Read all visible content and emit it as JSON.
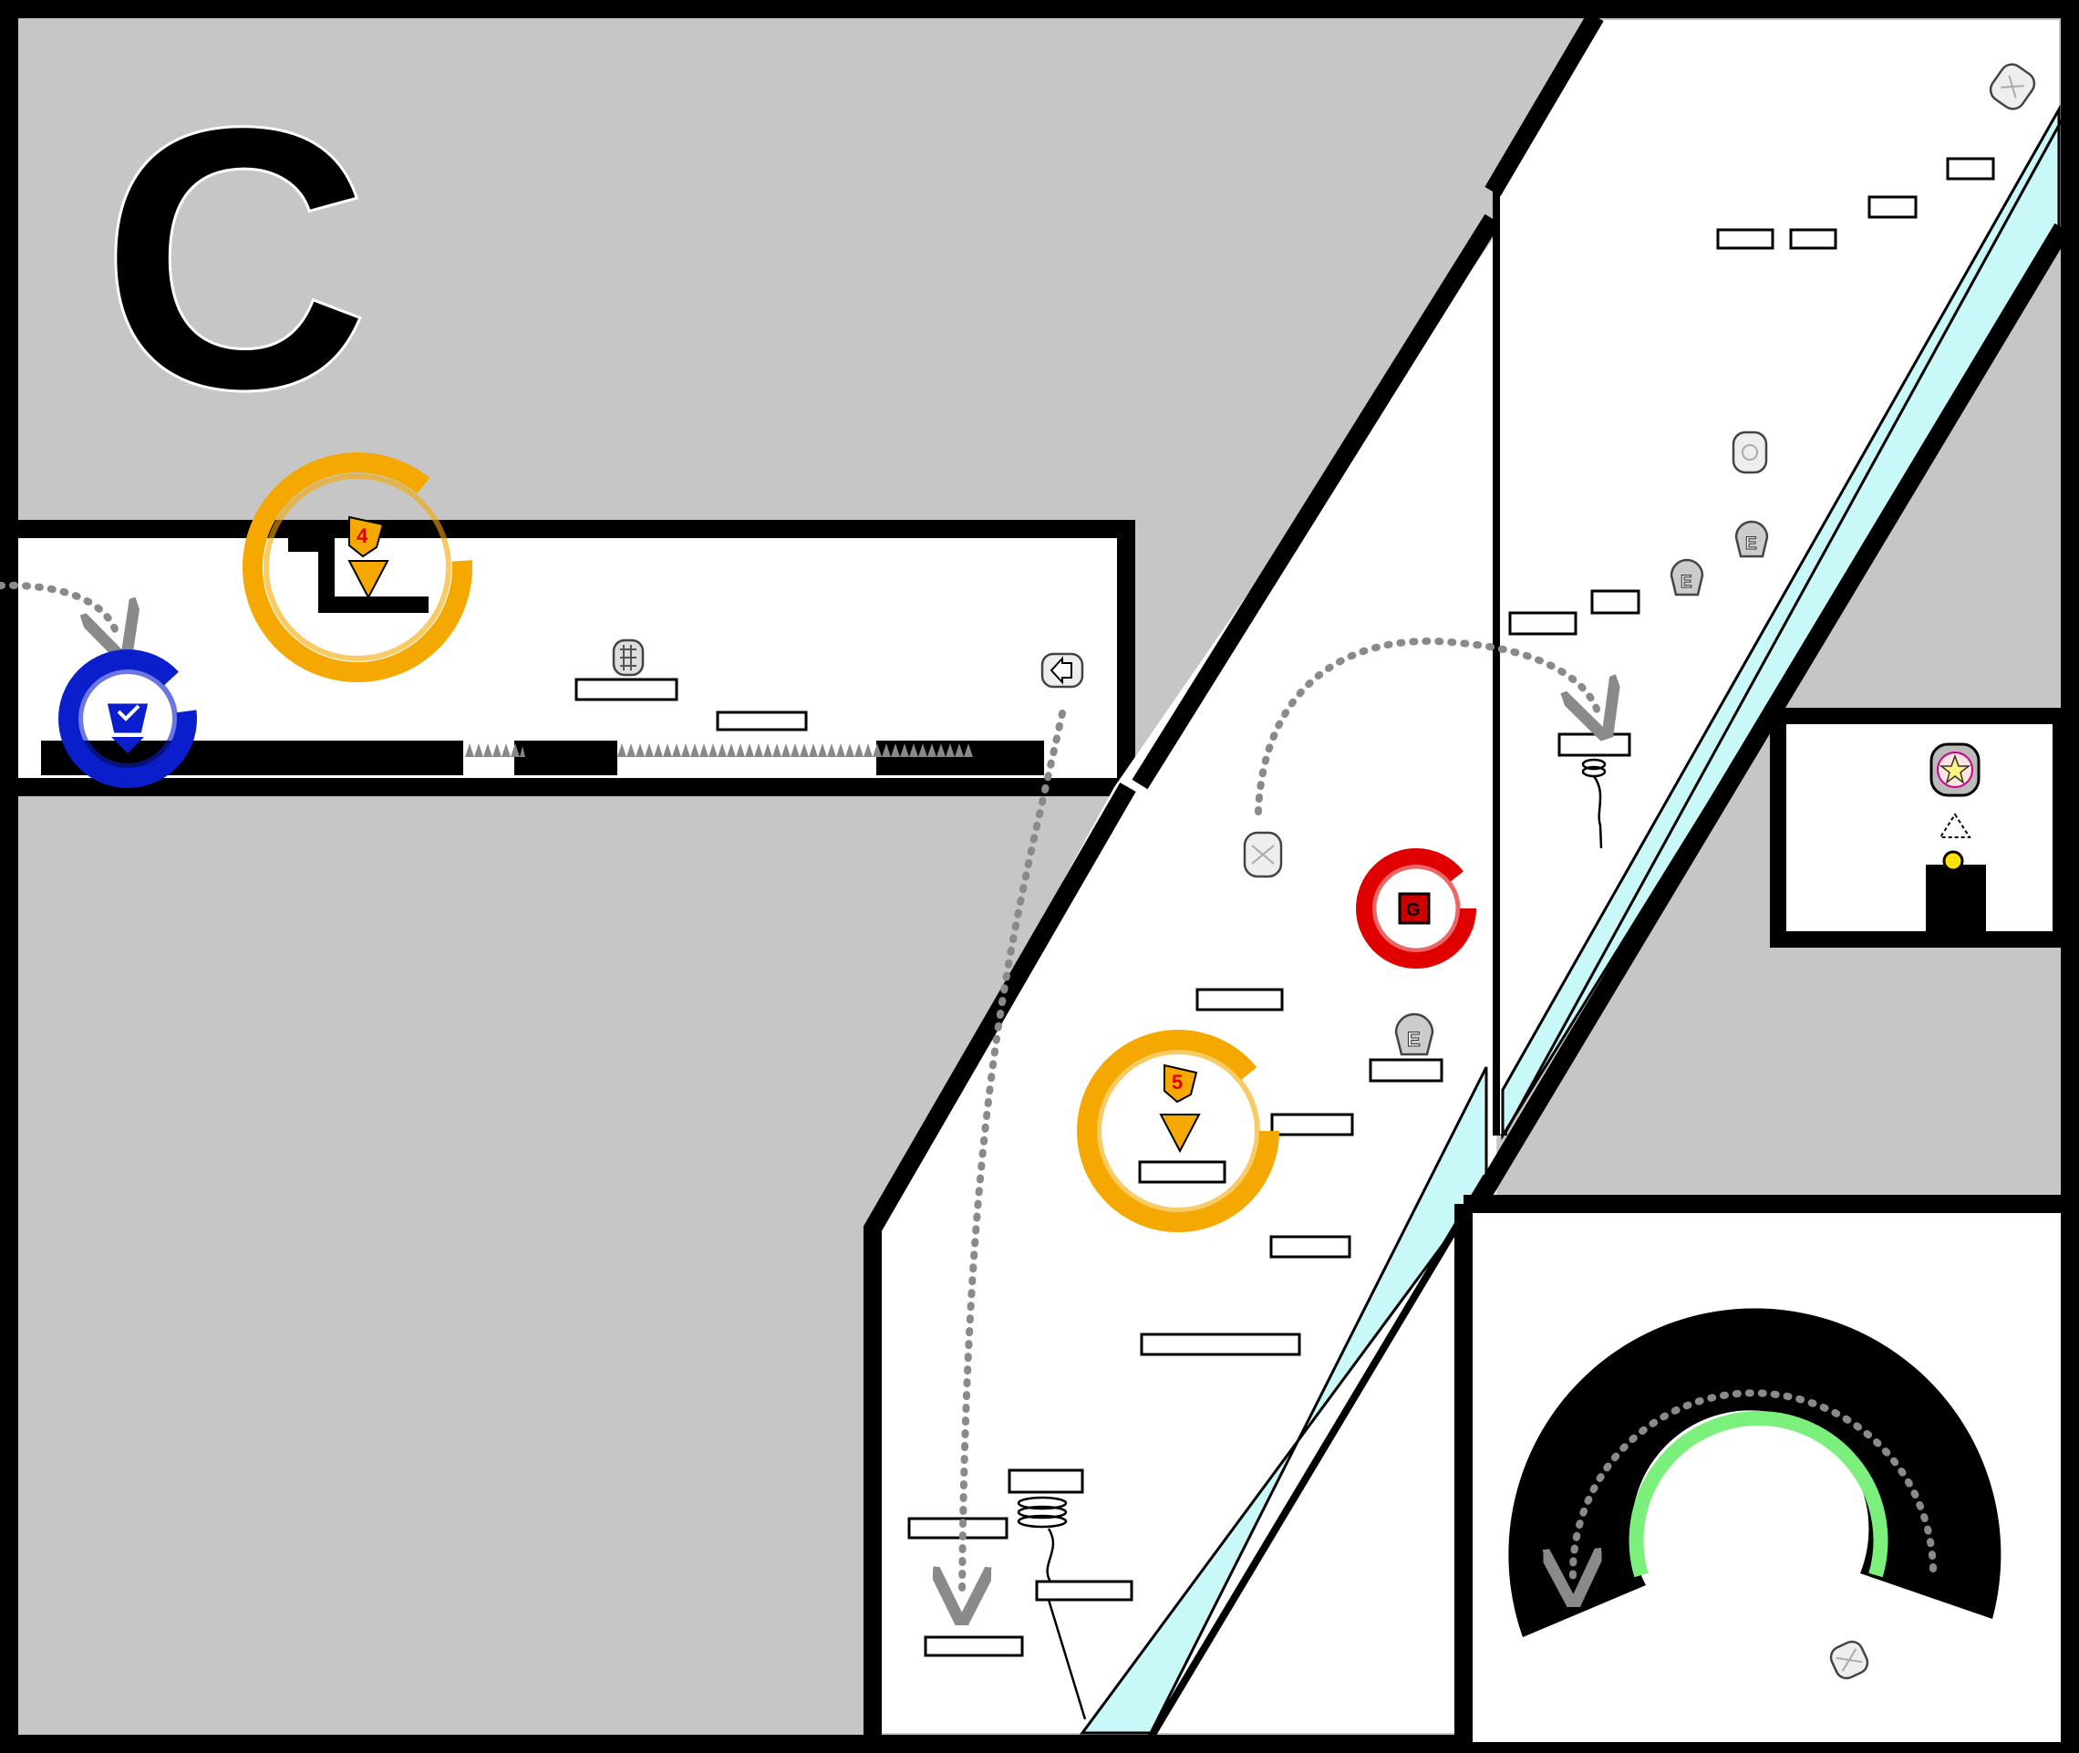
{
  "map": {
    "section_letter": "C",
    "colors": {
      "wall": "#000000",
      "floor": "#ffffff",
      "background": "#c6c6c6",
      "water": "#c8f8f8",
      "ring_orange": "#f5a800",
      "ring_blue": "#0a1ecc",
      "ring_red": "#e00000",
      "arc_green": "#7cf07c",
      "path_dots": "#8a8a8a"
    },
    "markers": {
      "checkpoint": {
        "icon": "checkpoint-flag-icon",
        "ring_color": "blue"
      },
      "goal_left": {
        "number": "4",
        "icon": "down-triangle-icon",
        "ring_color": "orange"
      },
      "goal_mid": {
        "number": "5",
        "icon": "down-triangle-icon",
        "ring_color": "orange"
      },
      "red_block": {
        "label": "G",
        "ring_color": "red"
      },
      "star_switch": {
        "icon": "star-icon"
      }
    },
    "tokens": {
      "e_label": "E",
      "e_label_2": "E",
      "e_label_3": "E"
    }
  }
}
